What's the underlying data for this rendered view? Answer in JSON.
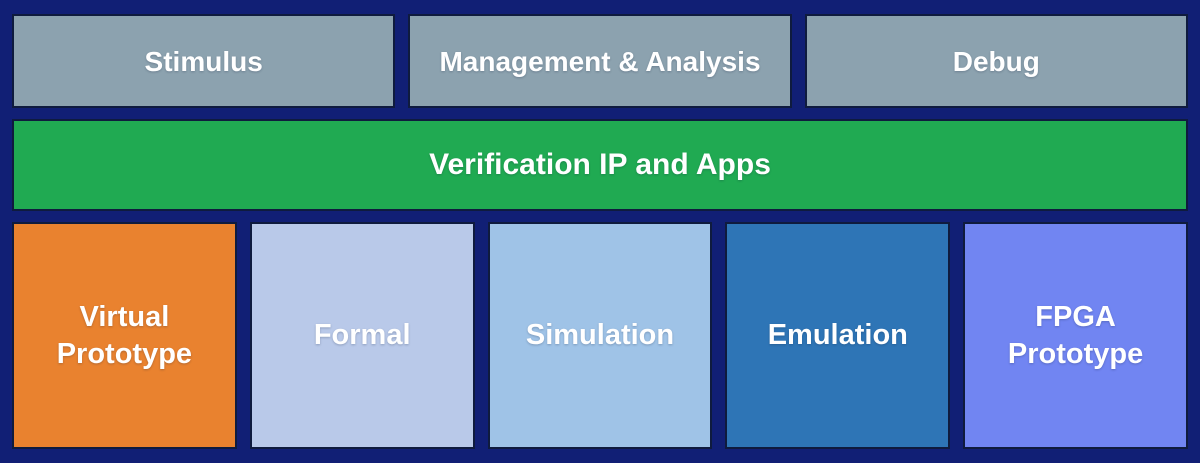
{
  "canvas": {
    "background": "#111f75",
    "block_border": "#0f1b3e",
    "text_color": "#ffffff"
  },
  "top_row": [
    {
      "label": "Stimulus",
      "color": "#8ca2af"
    },
    {
      "label": "Management & Analysis",
      "color": "#8ca2af"
    },
    {
      "label": "Debug",
      "color": "#8ca2af"
    }
  ],
  "middle_bar": {
    "label": "Verification IP and Apps",
    "color": "#20aa52"
  },
  "bottom_row": [
    {
      "label": "Virtual Prototype",
      "color": "#e9822f"
    },
    {
      "label": "Formal",
      "color": "#b9c9e9"
    },
    {
      "label": "Simulation",
      "color": "#9fc3e7"
    },
    {
      "label": "Emulation",
      "color": "#2e75b6"
    },
    {
      "label": "FPGA Prototype",
      "color": "#7185f2"
    }
  ]
}
